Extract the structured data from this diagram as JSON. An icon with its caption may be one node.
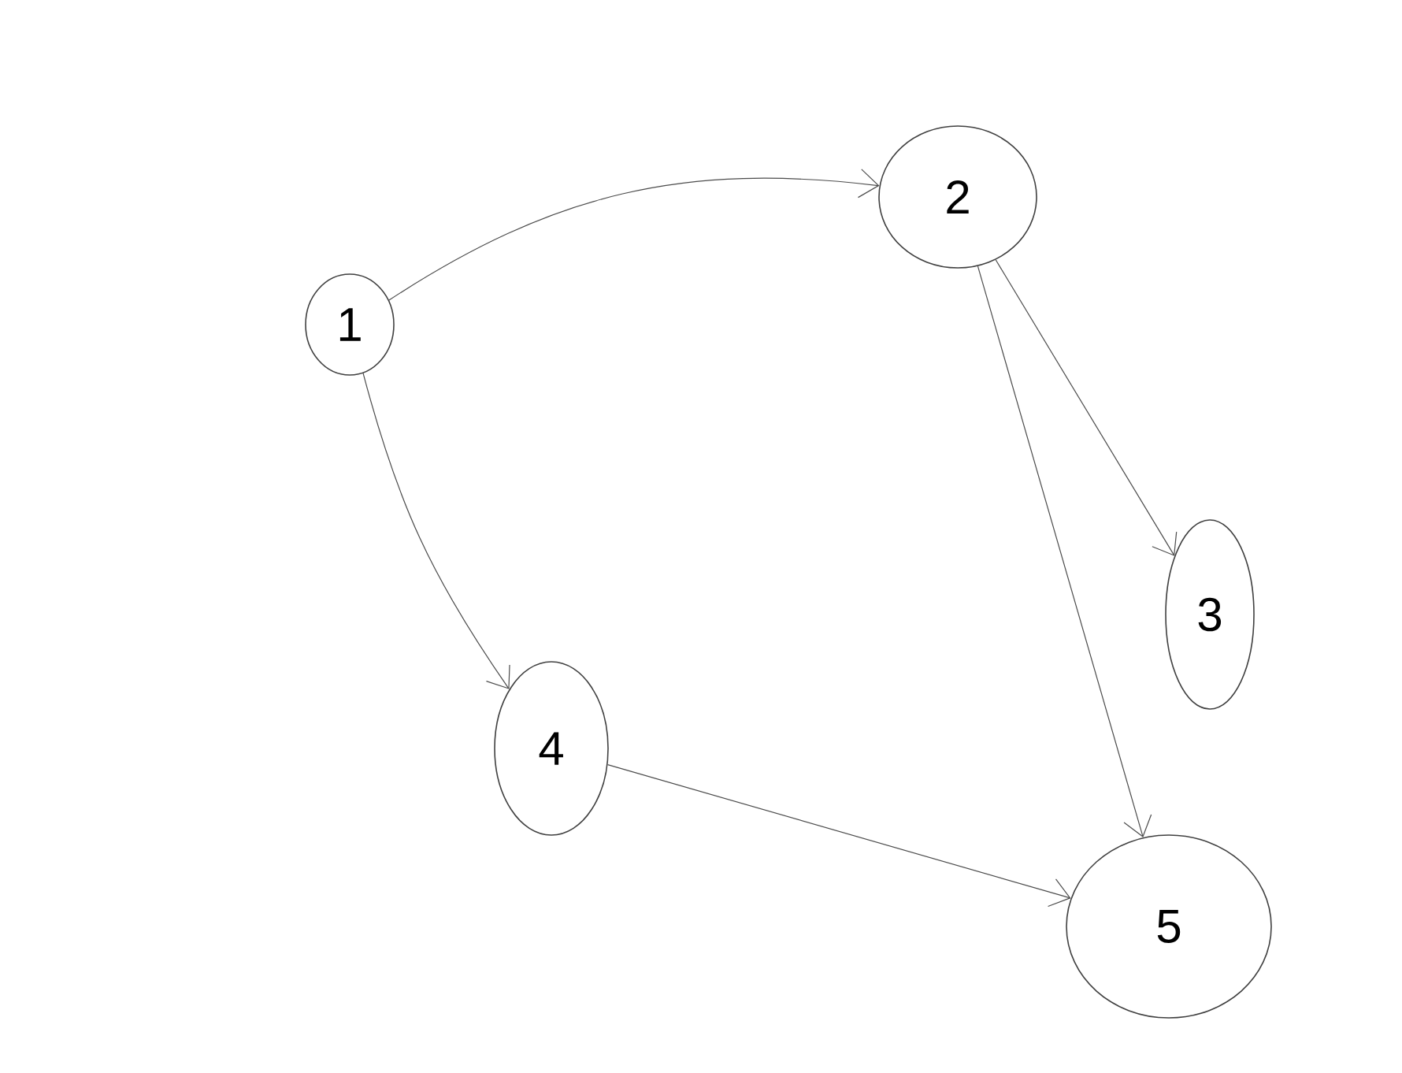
{
  "diagram": {
    "nodes": [
      {
        "text": [
          "1"
        ]
      },
      {
        "text": [
          "2"
        ]
      },
      {
        "text": [
          "3"
        ]
      },
      {
        "text": [
          "4"
        ]
      },
      {
        "text": [
          "5"
        ]
      }
    ],
    "edges": [
      {
        "from": 0,
        "to": 1,
        "arrow": "to"
      },
      {
        "from": 0,
        "to": 3,
        "arrow": "to"
      },
      {
        "from": 1,
        "to": 2,
        "arrow": "to"
      },
      {
        "from": 1,
        "to": 4,
        "arrow": "to"
      },
      {
        "from": 3,
        "to": 4,
        "arrow": "to"
      }
    ]
  }
}
